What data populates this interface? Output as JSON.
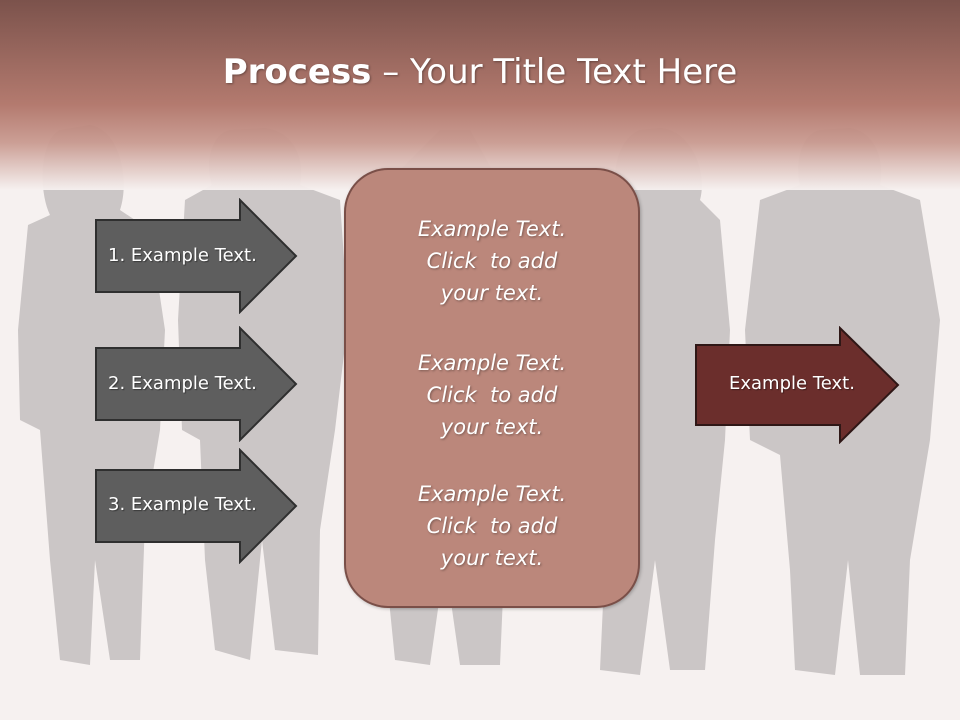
{
  "title": {
    "bold": "Process",
    "rest": " – Your Title Text Here"
  },
  "left_arrows": [
    {
      "label": "1. Example Text."
    },
    {
      "label": "2. Example Text."
    },
    {
      "label": "3. Example Text."
    }
  ],
  "center_box": {
    "blocks": [
      {
        "lines": [
          "Example Text.",
          "Click  to add",
          "your text."
        ]
      },
      {
        "lines": [
          "Example Text.",
          "Click  to add",
          "your text."
        ]
      },
      {
        "lines": [
          "Example Text.",
          "Click  to add",
          "your text."
        ]
      }
    ]
  },
  "right_arrow": {
    "label": "Example Text."
  },
  "colors": {
    "header_top": "#7a4e47",
    "header_bottom": "#b98478",
    "left_arrow_fill": "#5e5e5e",
    "right_arrow_fill": "#6b2e2c",
    "center_box_fill": "#bb877b"
  }
}
